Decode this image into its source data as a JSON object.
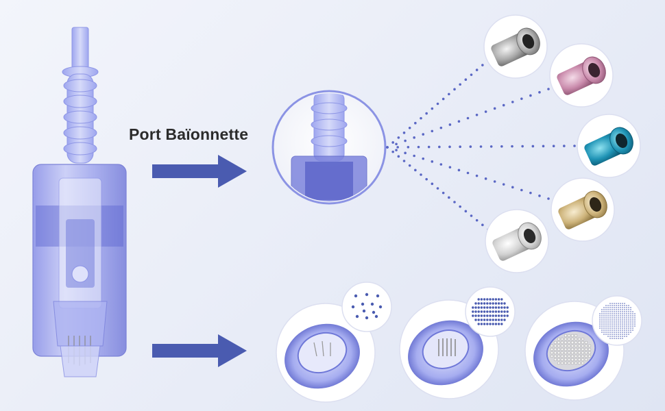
{
  "labels": {
    "connection_type": "Port Baïonnette"
  },
  "illustration": {
    "device": "needle-cartridge",
    "port_variants": [
      "silver-port",
      "pink-port",
      "teal-port",
      "gold-port",
      "white-port"
    ],
    "needle_configurations": [
      "sparse-needle-pattern",
      "grid-needle-pattern",
      "dense-nano-pattern"
    ]
  },
  "colors": {
    "arrow": "#4a5bb0",
    "cartridge": "#7c84e0",
    "dots": "#5a67c4"
  }
}
